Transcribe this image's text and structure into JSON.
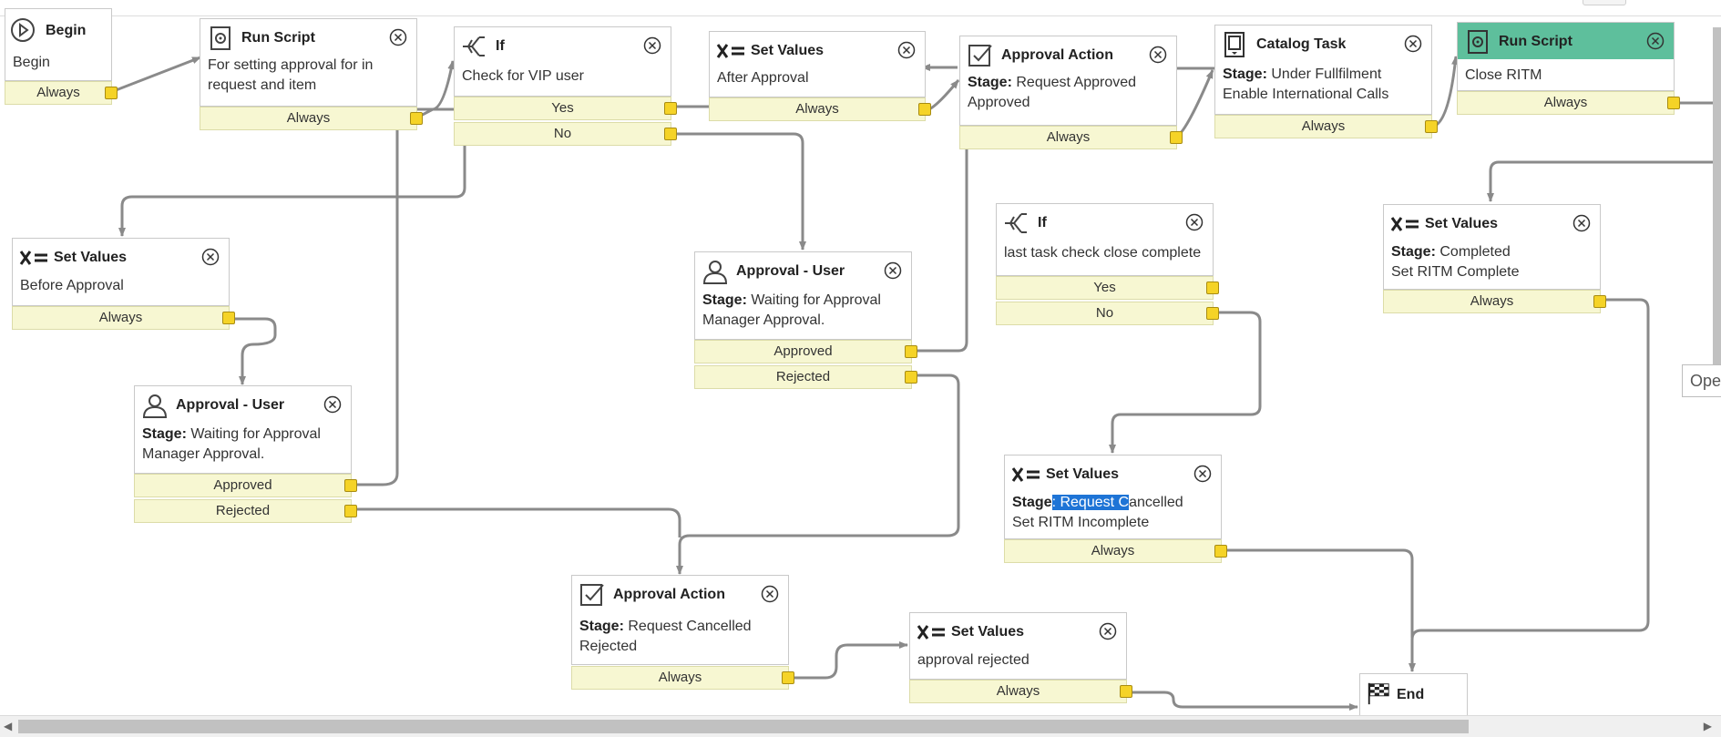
{
  "workflow": {
    "activities": {
      "begin": {
        "title": "Begin",
        "icon": "play-icon",
        "desc1": "Begin",
        "conditions": [
          "Always"
        ]
      },
      "run_script_1": {
        "title": "Run Script",
        "icon": "script-icon",
        "desc1": "For setting approval for in",
        "desc2": "request and item",
        "conditions": [
          "Always"
        ]
      },
      "if_vip": {
        "title": "If",
        "icon": "branch-icon",
        "desc1": "Check for VIP user",
        "conditions": [
          "Yes",
          "No"
        ]
      },
      "set_values_after": {
        "title": "Set Values",
        "icon": "set-values-icon",
        "desc1": "After Approval",
        "conditions": [
          "Always"
        ]
      },
      "approval_action_1": {
        "title": "Approval Action",
        "icon": "checkbox-icon",
        "stage_label": "Stage:",
        "stage_value": "Request Approved",
        "desc2": "Approved",
        "conditions": [
          "Always"
        ]
      },
      "catalog_task": {
        "title": "Catalog Task",
        "icon": "task-icon",
        "stage_label": "Stage:",
        "stage_value": "Under Fullfilment",
        "desc2": "Enable International Calls",
        "conditions": [
          "Always"
        ]
      },
      "run_script_2": {
        "title": "Run Script",
        "icon": "script-icon",
        "desc1": "Close RITM",
        "conditions": [
          "Always"
        ]
      },
      "set_values_before": {
        "title": "Set Values",
        "icon": "set-values-icon",
        "desc1": "Before Approval",
        "conditions": [
          "Always"
        ]
      },
      "approval_user_1": {
        "title": "Approval - User",
        "icon": "user-icon",
        "stage_label": "Stage:",
        "stage_value": "Waiting for Approval",
        "desc2": "Manager Approval.",
        "conditions": [
          "Approved",
          "Rejected"
        ]
      },
      "approval_user_2": {
        "title": "Approval - User",
        "icon": "user-icon",
        "stage_label": "Stage:",
        "stage_value": "Waiting for Approval",
        "desc2": "Manager Approval.",
        "conditions": [
          "Approved",
          "Rejected"
        ]
      },
      "if_last_task": {
        "title": "If",
        "icon": "branch-icon",
        "desc1": "last task check close complete",
        "conditions": [
          "Yes",
          "No"
        ]
      },
      "set_values_completed": {
        "title": "Set Values",
        "icon": "set-values-icon",
        "stage_label": "Stage:",
        "stage_value": "Completed",
        "desc2": "Set RITM Complete",
        "conditions": [
          "Always"
        ]
      },
      "set_values_cancelled": {
        "title": "Set Values",
        "icon": "set-values-icon",
        "stage_label": "Stage",
        "stage_sel": ": Request C",
        "stage_rest": "ancelled",
        "desc2": "Set RITM Incomplete",
        "conditions": [
          "Always"
        ]
      },
      "approval_action_2": {
        "title": "Approval Action",
        "icon": "checkbox-icon",
        "stage_label": "Stage:",
        "stage_value": "Request Cancelled",
        "desc2": "Rejected",
        "conditions": [
          "Always"
        ]
      },
      "set_values_rejected": {
        "title": "Set Values",
        "icon": "set-values-icon",
        "desc1": "approval rejected",
        "conditions": [
          "Always"
        ]
      },
      "end": {
        "title": "End",
        "icon": "checkered-flag-icon"
      }
    }
  },
  "side_button": {
    "label": "Ope"
  },
  "scrollbar": {
    "left_arrow": "◀",
    "right_arrow": "▶"
  },
  "colors": {
    "condition_bg": "#f7f7d2",
    "port": "#f5d327",
    "wire": "#8a8a8a",
    "green_header": "#5ebf9c",
    "selection": "#1e74d6"
  }
}
